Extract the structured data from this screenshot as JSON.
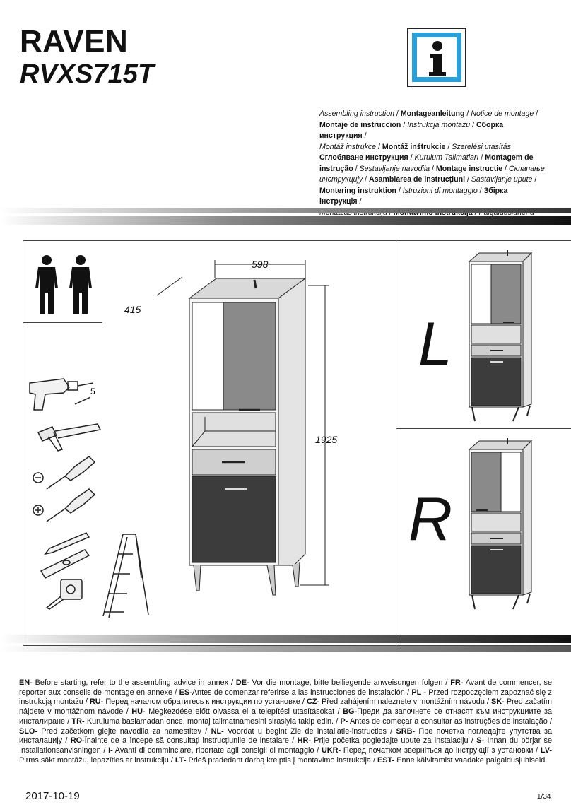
{
  "header": {
    "title": "RAVEN",
    "model": "RVXS715T",
    "info_icon": "info-i-icon"
  },
  "languages": [
    {
      "t": "Assembling instruction",
      "s": "i"
    },
    {
      "t": " / ",
      "s": "n"
    },
    {
      "t": "Montageanleitung",
      "s": "b"
    },
    {
      "t": " / ",
      "s": "n"
    },
    {
      "t": "Notice de montage",
      "s": "i"
    },
    {
      "t": " /",
      "s": "n"
    },
    {
      "t": "BR"
    },
    {
      "t": "Montaje de instrucción",
      "s": "b"
    },
    {
      "t": " / ",
      "s": "n"
    },
    {
      "t": "Instrukcja montażu",
      "s": "i"
    },
    {
      "t": " / ",
      "s": "n"
    },
    {
      "t": "Сборка инструкция",
      "s": "b"
    },
    {
      "t": " /",
      "s": "n"
    },
    {
      "t": "BR"
    },
    {
      "t": "Montáž instrukce",
      "s": "i"
    },
    {
      "t": " / ",
      "s": "n"
    },
    {
      "t": "Montáž inštrukcie",
      "s": "b"
    },
    {
      "t": " / ",
      "s": "n"
    },
    {
      "t": "Szerelési utasítás",
      "s": "i"
    },
    {
      "t": "BR"
    },
    {
      "t": "Сглобяване инструкция",
      "s": "b"
    },
    {
      "t": " / ",
      "s": "n"
    },
    {
      "t": "Kurulum Talimatları",
      "s": "i"
    },
    {
      "t": " / ",
      "s": "n"
    },
    {
      "t": "Montagem de",
      "s": "b"
    },
    {
      "t": "BR"
    },
    {
      "t": "instrução",
      "s": "b"
    },
    {
      "t": " / ",
      "s": "n"
    },
    {
      "t": "Sestavljanje navodila",
      "s": "i"
    },
    {
      "t": " / ",
      "s": "n"
    },
    {
      "t": "Montage instructie",
      "s": "b"
    },
    {
      "t": " / ",
      "s": "n"
    },
    {
      "t": "Склапање",
      "s": "i"
    },
    {
      "t": "BR"
    },
    {
      "t": "инструкцију",
      "s": "i"
    },
    {
      "t": " / ",
      "s": "n"
    },
    {
      "t": "Asamblarea de instrucțiuni",
      "s": "b"
    },
    {
      "t": " / ",
      "s": "n"
    },
    {
      "t": "Sastavljanje upute",
      "s": "i"
    },
    {
      "t": " /",
      "s": "n"
    },
    {
      "t": "BR"
    },
    {
      "t": "Montering instruktion",
      "s": "b"
    },
    {
      "t": " / ",
      "s": "n"
    },
    {
      "t": "Istruzioni di montaggio",
      "s": "i"
    },
    {
      "t": " / ",
      "s": "n"
    },
    {
      "t": "Збірка інструкція",
      "s": "b"
    },
    {
      "t": " /",
      "s": "n"
    },
    {
      "t": "BR"
    },
    {
      "t": "Montāžas instrukcija",
      "s": "i"
    },
    {
      "t": " / ",
      "s": "n"
    },
    {
      "t": "Montavimo instrukcija",
      "s": "b"
    },
    {
      "t": " / ",
      "s": "n"
    },
    {
      "t": "Paigaldusjuhend",
      "s": "i"
    }
  ],
  "diagram": {
    "dim_width": "598",
    "dim_depth": "415",
    "dim_height": "1925",
    "variant_left": "L",
    "variant_right": "R",
    "tools": [
      "two-persons-icon",
      "drill-icon",
      "hammer-icon",
      "flat-screwdriver-icon",
      "phillips-screwdriver-icon",
      "pencil-icon",
      "spirit-level-icon",
      "tape-measure-icon",
      "ladder-icon"
    ],
    "drill_bit_size": "5",
    "flat_sign": "⊖",
    "phillips_sign": "⊕"
  },
  "notice": [
    {
      "t": "EN-",
      "s": "b"
    },
    {
      "t": " Before starting, refer to the assembling advice in annex / ",
      "s": "n"
    },
    {
      "t": "DE-",
      "s": "b"
    },
    {
      "t": " Vor die montage, bitte beiliegende anweisungen folgen / ",
      "s": "n"
    },
    {
      "t": "FR-",
      "s": "b"
    },
    {
      "t": " Avant de commencer, se reporter aux conseils de montage en annexe / ",
      "s": "n"
    },
    {
      "t": "ES-",
      "s": "b"
    },
    {
      "t": "Antes de comenzar referirse a las instrucciones de instalación / ",
      "s": "n"
    },
    {
      "t": "PL -",
      "s": "b"
    },
    {
      "t": " Przed rozpoczęciem zapoznać się z instrukcją montażu / ",
      "s": "n"
    },
    {
      "t": "RU-",
      "s": "b"
    },
    {
      "t": " Перед началом обратитесь к инструкции по установке / ",
      "s": "n"
    },
    {
      "t": "CZ-",
      "s": "b"
    },
    {
      "t": " Před zahájením naleznete v montážním návodu / ",
      "s": "n"
    },
    {
      "t": "SK-",
      "s": "b"
    },
    {
      "t": " Pred začatím nájdete v montážnom návode / ",
      "s": "n"
    },
    {
      "t": "HU-",
      "s": "b"
    },
    {
      "t": "  Megkezdése előtt olvassa el a telepítési utasításokat / ",
      "s": "n"
    },
    {
      "t": "BG-",
      "s": "b"
    },
    {
      "t": "Преди да започнете се отнасят към инструкциите за инсталиране / ",
      "s": "n"
    },
    {
      "t": "TR-",
      "s": "b"
    },
    {
      "t": " Kuruluma baslamadan once, montaj talimatnamesini sirasiyla takip edin. / ",
      "s": "n"
    },
    {
      "t": "P-",
      "s": "b"
    },
    {
      "t": " Antes de começar a consultar as instruções de instalação / ",
      "s": "n"
    },
    {
      "t": "SLO-",
      "s": "b"
    },
    {
      "t": " Pred začetkom glejte navodila za namestitev / ",
      "s": "n"
    },
    {
      "t": "NL-",
      "s": "b"
    },
    {
      "t": " Voordat u begint Zie de installatie-instructies / ",
      "s": "n"
    },
    {
      "t": "SRB-",
      "s": "b"
    },
    {
      "t": " Пре почетка погледајте упутства за инсталацију / ",
      "s": "n"
    },
    {
      "t": "RO-",
      "s": "b"
    },
    {
      "t": "Înainte de a începe să consultați instrucțiunile de instalare / ",
      "s": "n"
    },
    {
      "t": "HR-",
      "s": "b"
    },
    {
      "t": " Prije početka pogledajte upute za instalaciju / ",
      "s": "n"
    },
    {
      "t": "S-",
      "s": "b"
    },
    {
      "t": " Innan du börjar se Installationsanvisningen / ",
      "s": "n"
    },
    {
      "t": "I-",
      "s": "b"
    },
    {
      "t": " Avanti di comminciare, riportate agli consigli di montaggio / ",
      "s": "n"
    },
    {
      "t": "UKR-",
      "s": "b"
    },
    {
      "t": " Перед початком зверніться до інструкції з установки / ",
      "s": "n"
    },
    {
      "t": "LV-",
      "s": "b"
    },
    {
      "t": " Pirms sākt montāžu, iepazīties ar instrukciju / ",
      "s": "n"
    },
    {
      "t": "LT-",
      "s": "b"
    },
    {
      "t": " Prieš pradedant darbą kreiptis į montavimo instrukcija / ",
      "s": "n"
    },
    {
      "t": "EST-",
      "s": "b"
    },
    {
      "t": " Enne käivitamist vaadake paigaldusjuhiseid",
      "s": "n"
    }
  ],
  "footer": {
    "date": "2017-10-19",
    "page": "1/34"
  },
  "colors": {
    "cabinet_dark": "#3c3c3c",
    "cabinet_mid": "#8a8a8a",
    "cabinet_light": "#c9c9c9",
    "info_blue": "#2a9fd8"
  }
}
